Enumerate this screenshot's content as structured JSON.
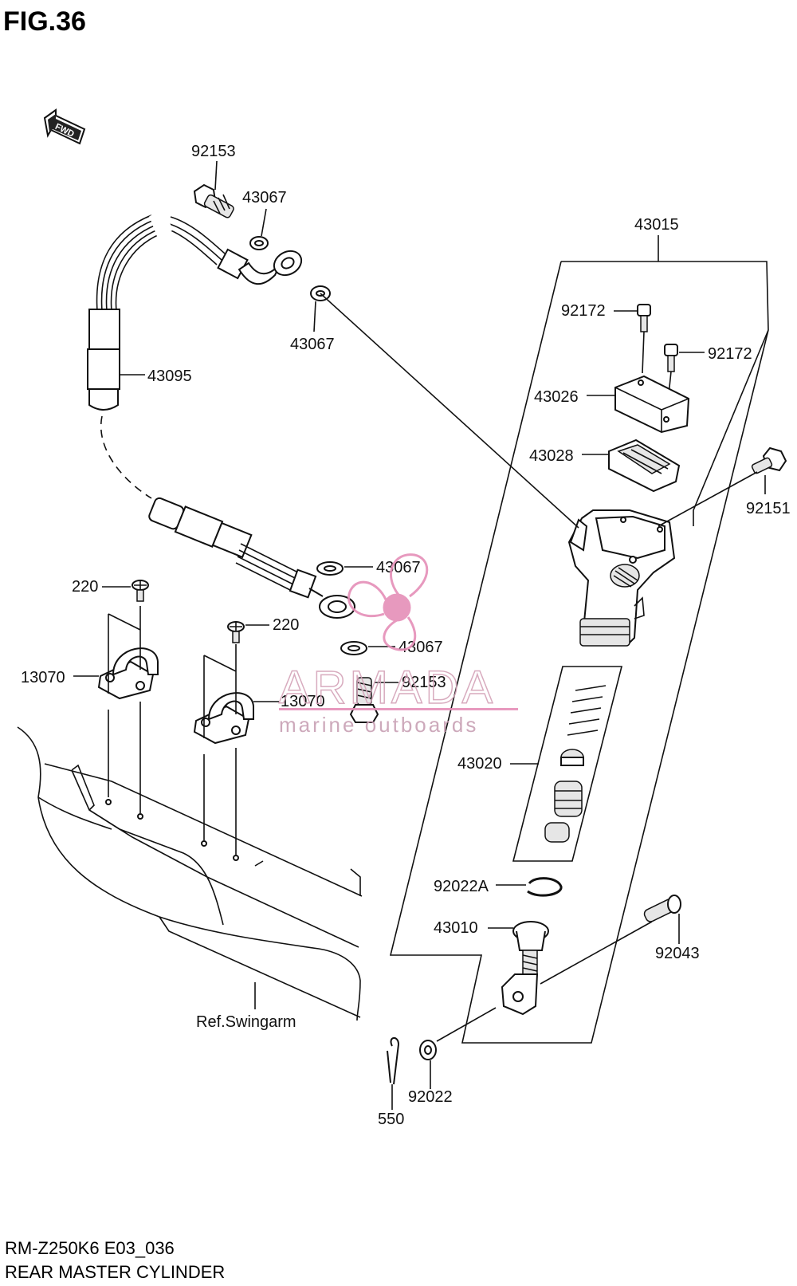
{
  "figure": {
    "title": "FIG.36",
    "model_code": "RM-Z250K6 E03_036",
    "section_name": "REAR MASTER CYLINDER"
  },
  "fwd_label": "FWD",
  "reference_label": "Ref.Swingarm",
  "part_labels": {
    "p92153_top": "92153",
    "p43067_a": "43067",
    "p43067_b": "43067",
    "p43095": "43095",
    "p43015": "43015",
    "p92172_a": "92172",
    "p92172_b": "92172",
    "p43026": "43026",
    "p43028": "43028",
    "p92151": "92151",
    "p43067_c": "43067",
    "p43067_d": "43067",
    "p220_a": "220",
    "p220_b": "220",
    "p13070_a": "13070",
    "p13070_b": "13070",
    "p92153_bottom": "92153",
    "p43020": "43020",
    "p92022A": "92022A",
    "p43010": "43010",
    "p92043": "92043",
    "p92022": "92022",
    "p550": "550"
  },
  "watermark": {
    "brand": "ARMADA",
    "tagline": "marine outboards",
    "color": "#e58fb8"
  }
}
